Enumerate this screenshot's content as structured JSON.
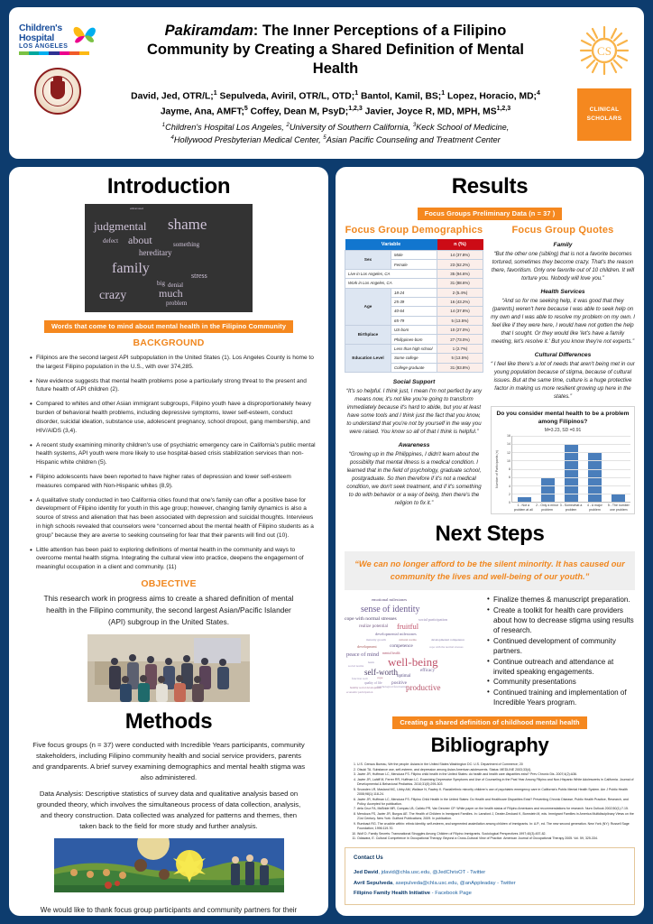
{
  "header": {
    "title_italic": "Pakiramdam",
    "title_rest": ": The Inner Perceptions of a Filipino Community by Creating a Shared Definition of Mental Health",
    "authors_line1": "David, Jed, OTR/L;1 Sepulveda, Aviril, OTR/L, OTD;1 Bantol, Kamil, BS;1 Lopez, Horacio, MD;4",
    "authors_line2": "Jayme, Ana, AMFT;5 Coffey, Dean M, PsyD;1,2,3 Javier, Joyce R, MD, MPH, MS1,2,3",
    "affil_line1": "1Children's Hospital Los Angeles, 2University of Southern California, 3Keck School of Medicine,",
    "affil_line2": "4Hollywood Presbyterian Medical Center, 5Asian Pacific Counseling and Treatment Center",
    "chla_logo": {
      "line1": "Children's",
      "line2": "Hospital",
      "line3": "LOS ANGELES"
    },
    "clinical_scholars": {
      "line1": "CLINICAL",
      "line2": "SCHOLARS"
    }
  },
  "introduction": {
    "heading": "Introduction",
    "wordcloud_caption": "Words that come to mind about mental health in the Filipino Community",
    "wordcloud_words": [
      "judgmental",
      "shame",
      "about",
      "defect",
      "hereditary",
      "something",
      "family",
      "stress",
      "big",
      "denial",
      "crazy",
      "much",
      "problem",
      "embarrassed"
    ],
    "background_heading": "BACKGROUND",
    "bullets": [
      "Filipinos are the second largest API subpopulation in the United States (1). Los Angeles County is home to the largest Filipino population in the U.S., with over 374,285.",
      "New evidence suggests that mental health problems pose a particularly strong threat to the present and future health of API children (2).",
      "Compared to whites and other Asian immigrant subgroups, Filipino youth have a disproportionately heavy burden of behavioral health problems, including depressive symptoms, lower self-esteem, conduct disorder, suicidal ideation, substance use, adolescent pregnancy, school dropout, gang membership, and HIV/AIDS (3,4).",
      "A recent study examining minority children's use of psychiatric emergency care in California's public mental health systems, API youth were more likely to use hospital-based crisis stabilization services than non-Hispanic white children (5).",
      "Filipino adolescents have been reported to have higher rates of depression and lower self-esteem measures compared with Non-Hispanic whites (8,9).",
      "A qualitative study conducted in two California cities found that one's family can offer a positive base for development of Filipino identity for youth in this age group; however, changing family dynamics is also a source of stress and alienation that has been associated with depression and suicidal thoughts. Interviews in high schools revealed that counselors were “concerned about the mental health of Filipino students as a group” because they are averse to seeking counseling for fear that their parents will find out (10).",
      "Little attention has been paid to exploring definitions of mental health in the community and ways to overcome mental health stigma. Integrating the cultural view into practice, deepens the engagement of meaningful occupation in a client and community. (11)"
    ],
    "objective_heading": "OBJECTIVE",
    "objective_text": "This research work in progress aims to create a shared definition of mental health in the Filipino community, the second largest Asian/Pacific Islander (API) subgroup in the United States."
  },
  "methods": {
    "heading": "Methods",
    "paragraph1": "Five focus groups (n = 37) were conducted with Incredible Years participants, community stakeholders, including Filipino community health and social service providers, parents and grandparents. A brief survey examining demographics and mental health stigma was also administered.",
    "paragraph2": "Data Analysis: Descriptive statistics  of survey data and  qualitative analysis  based on grounded theory, which involves the simultaneous process of data collection, analysis, and theory construction. Data collected was analyzed for patterns and themes, then taken back to the field for more study and further analysis.",
    "acknowledgement": "We would like to thank focus group participants and community partners for their participation and the Robert Wood Johnson Foundation Clinical Scholars Program for funding this research."
  },
  "results": {
    "heading": "Results",
    "banner": "Focus Groups Preliminary Data (n = 37 )",
    "demographics_heading": "Focus Group Demographics",
    "quotes_heading": "Focus Group Quotes",
    "table": {
      "columns": [
        "Variable",
        "n (%)"
      ],
      "rows": [
        {
          "category": "Sex",
          "rowspan": 2,
          "label": "Male",
          "value": "14 (37.8%)"
        },
        {
          "category": "",
          "label": "Female",
          "value": "23 (62.2%)"
        },
        {
          "category": "Live in Los Angeles, CA",
          "span": true,
          "value": "35 (94.6%)"
        },
        {
          "category": "Work in Los Angeles, CA",
          "span": true,
          "value": "31 (88.6%)"
        },
        {
          "category": "Age",
          "rowspan": 4,
          "label": "18-24",
          "value": "2 (5.4%)"
        },
        {
          "category": "",
          "label": "25-39",
          "value": "16 (43.2%)"
        },
        {
          "category": "",
          "label": "40-64",
          "value": "14 (37.8%)"
        },
        {
          "category": "",
          "label": "65-79",
          "value": "5 (13.5%)"
        },
        {
          "category": "Birthplace",
          "rowspan": 2,
          "label": "US-born",
          "value": "10 (27.0%)"
        },
        {
          "category": "",
          "label": "Philippines-born",
          "value": "27 (73.0%)"
        },
        {
          "category": "Education Level",
          "rowspan": 3,
          "label": "Less than high school",
          "value": "1 (2.7%)"
        },
        {
          "category": "",
          "label": "Some college",
          "value": "5 (13.5%)"
        },
        {
          "category": "",
          "label": "College graduate",
          "value": "31 (83.8%)"
        }
      ]
    },
    "quotes": [
      {
        "title": "Family",
        "text": "“But the other one (sibling)  that is not a favorite becomes tortured, sometimes they become crazy. That's the reason there, favoritism. Only one favorite out of 10 children. It will torture you. Nobody will love you.”"
      },
      {
        "title": "Health Services",
        "text": "“And so for me seeking help, it was good that they (parents) weren't here because I was able to seek help on my own and I was able to resolve my problem on my own. I feel like if they were here, I would have not gotten the help that I sought. Or they would like 'let's have a family meeting, let's resolve it.' But you know they're not experts.”"
      },
      {
        "title": "Cultural Differences",
        "text": "“ I feel like there's a lot of needs that aren't being met in our young population because of stigma, because of cultural issues. But at the same time, culture is a huge protective factor in making us more resilient growing up here in the states.”"
      },
      {
        "title": "Social Support",
        "text": "“It's so helpful. I think just, I mean I'm not perfect by any means now, it's not like you're going to transform immediately because it's hard to abide, but you at least have some tools and I think just the fact that you know, to understand that you're not by yourself in the way you were raised. You know so all of that I think is helpful.”"
      },
      {
        "title": "Awareness",
        "text": "“Growing up in the Philippines, I didn't learn about the possibility that mental illness is a medical condition. I learned that in the field of psychology, graduate school, postgraduate. So then therefore if it's not a medical condition, we don't seek treatment, and if it's something to do with behavior or a way of being, then there's the religion to fix it.”"
      }
    ]
  },
  "chart_data": {
    "type": "bar",
    "title": "Do you consider mental health to be a problem among Filipinos?",
    "annotation": "M=3.23,  SD =0.91",
    "categories": [
      "1 - Not a problem at all",
      "2 - Only a minor problem",
      "3 - Somewhat a problem",
      "4 - A major problem",
      "5 - The number one problem"
    ],
    "values": [
      1,
      6,
      14,
      12,
      2
    ],
    "xlabel": "",
    "ylabel": "Number of Participants (n)",
    "ylim": [
      0,
      16
    ],
    "yticks": [
      0,
      2,
      4,
      6,
      8,
      10,
      12,
      14,
      16
    ],
    "grid": true,
    "legend": "none",
    "bar_color": "#4a7ebb"
  },
  "next_steps": {
    "heading": "Next Steps",
    "pullquote": "“We can no longer afford to be the silent minority. It has caused our community the lives and well-being of our youth.”",
    "items": [
      "Finalize themes & manuscript preparation.",
      "Create a toolkit for health care providers about how to decrease stigma using results of research.",
      "Continued development of community partners.",
      "Continue outreach and attendance at invited speaking engagements.",
      "Community presentations",
      "Continued training and implementation of Incredible Years program."
    ],
    "wordcloud_caption": "Creating a shared definition of childhood mental health",
    "wordcloud_words": [
      "emotional milestones",
      "sense of identity",
      "cope with normal stresses",
      "social participation",
      "realize potential",
      "fruitful",
      "developmental milestones",
      "maturity growth",
      "cultural norms",
      "developmental competence",
      "development",
      "competence",
      "cope with the normal stresses",
      "peace of mind",
      "mental health",
      "security",
      "well-being",
      "learn",
      "social norms",
      "self-worth",
      "efficacy",
      "function well",
      "cope",
      "optimal",
      "quality of life",
      "positive",
      "healthy social development",
      "psychological functioning",
      "productive",
      "economic participation",
      "peer relationships",
      "effective coping skills",
      "contribute to community"
    ]
  },
  "bibliography": {
    "heading": "Bibliography",
    "entries": [
      "U.S. Census Bureau, We the people: Asians in the United States Washington DC: U.S. Department of Commerce; 20",
      "Otsuki TA. Substance use, self-esteem, and depression among Asian American adolescents. Status: MEDLINE 2003;33(4).",
      "Javier JR, Huffman LC, Mendoza FS. Filipino child health in the United States: do health and health care disparities exist? Prev Chronic Dis. 2007;4(2):A36.",
      "Javier JR, Lahiff M, Ferrer RR, Huffman LC. Examining Depressive Symptoms and Use of Counseling in the Past Year Among Filipino and Non-Hispanic White Adolescents in California. Journal of Developmental & Behavioral Pediatrics. 2010;31(5):295-303",
      "Snowden LR, Masland MC, Libby AM, Wallace N, Fawley K. Racial/ethnic minority children's use of psychiatric emergency care in California's Public Mental Health System. Am J Public Health 2008;98(1):118-24.",
      "Javier JR, Huffman LC, Mendoza FS. Filipino Child Health in the United States: Do Health and Healthcare Disparities Exist? Preventing Chronic Disease, Public Health Practice, Research, and Policy. Accepted for publication.",
      "dela Cruz FA, McBride MR, Compas LB, Calixto PR, Van Derveer CP. White paper on the health status of Filipino Americans and recommendations for research. Nurs Outlook 2002;50(1):7-15.",
      "Mendoza FS, Javier JR, Burgos AE. The Health of Children in Immigrant Families. In: Lansford J, Deater-Deckard K, Bornstein M, eds. Immigrant Families in America Multidisciplinary Views on the 21st Century. New York: Guilford Publications; 2009. In publication.",
      "Rumbaut RG. The crucible within: ethnic identity, self-esteem, and segmented assimilation among children of immigrants. In: A.P., ed. The new second generation. New York (NY): Russell Sage Foundation; 1996:119-70.",
      "Wolf D. Family Secrets: Transnational Struggles Among Children of Filipino Immigrants. Sociological Perspectives 1997;40(3):457-82.",
      "Odawara, E. Cultural Competence in Occupational Therapy: Beyond a Cross-Cultural View of Practice. American Journal of Occupational Therapy 2005. Vol. 59, 325-334."
    ]
  },
  "contact": {
    "heading": "Contact Us",
    "lines": [
      {
        "name": "Jed David",
        "rest": ", jdavid@chla.usc.edu, @JedChrisOT - Twitter"
      },
      {
        "name": "Avril Sepulveda",
        "rest": ", asepulveda@chla.usc.edu, @anAppleaday - Twitter"
      },
      {
        "name": "Filipino Family Health Initiative",
        "rest": " - Facebook Page"
      }
    ]
  }
}
